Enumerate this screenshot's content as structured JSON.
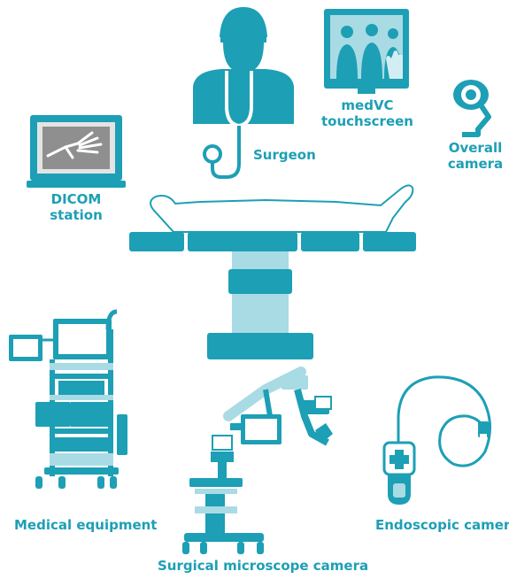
{
  "colors": {
    "primary": "#1d9fb5",
    "light": "#a9dbe5",
    "pale": "#d3eef3",
    "background": "#ffffff"
  },
  "icons": [
    "surgeon-icon",
    "touchscreen-icon",
    "overall-camera-icon",
    "dicom-station-icon",
    "patient-on-table-icon",
    "medical-equipment-cart-icon",
    "surgical-microscope-icon",
    "endoscopic-camera-icon"
  ],
  "labels": {
    "surgeon": "Surgeon",
    "touchscreen_line1": "medVC",
    "touchscreen_line2": "touchscreen",
    "overall_line1": "Overall",
    "overall_line2": "camera",
    "dicom_line1": "DICOM",
    "dicom_line2": "station",
    "medical_equipment": "Medical equipment",
    "microscope": "Surgical microscope camera",
    "endoscopic": "Endoscopic camera"
  }
}
